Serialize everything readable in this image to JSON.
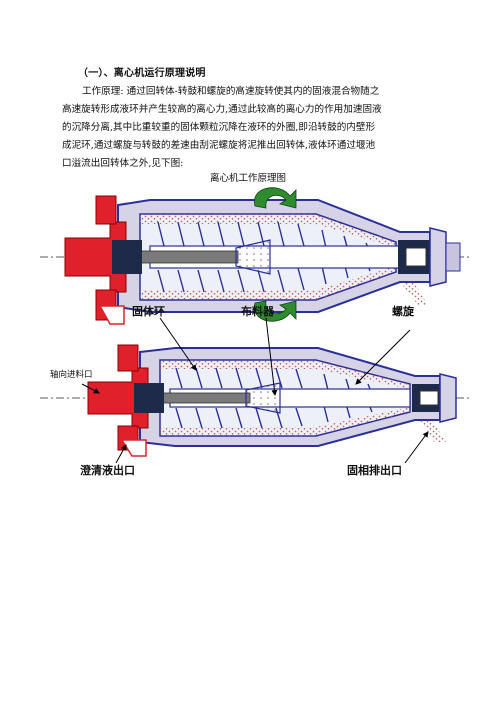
{
  "heading": "（一）、离心机运行原理说明",
  "paragraph_lines": [
    "工作原理: 通过回转体-转鼓和螺旋的高速旋转使其内的固液混合物随之",
    "高速旋转形成液环并产生较高的离心力,通过此较高的离心力的作用加速固液",
    "的沉降分离,其中比重较重的固体颗粒沉降在液环的外圈,即沿转鼓的内壁形",
    "成泥环,通过螺旋与转鼓的差速由刮泥螺旋将泥推出回转体,液体环通过堰池",
    "口溢流出回转体之外,见下图:"
  ],
  "figure_caption": "离心机工作原理图",
  "diagram1_labels": {
    "solid_ring": "固体环",
    "distributor": "布料器",
    "spiral": "螺旋"
  },
  "diagram2_labels": {
    "axial_feed": "轴向进料口",
    "clear_liquid_outlet": "澄清液出口",
    "solid_outlet": "固相排出口"
  },
  "colors": {
    "frame_red": "#e0202a",
    "bowl_blue": "#2a2f9a",
    "arrow_green": "#2e8b2e",
    "shaft_gray": "#6b6b6b"
  }
}
